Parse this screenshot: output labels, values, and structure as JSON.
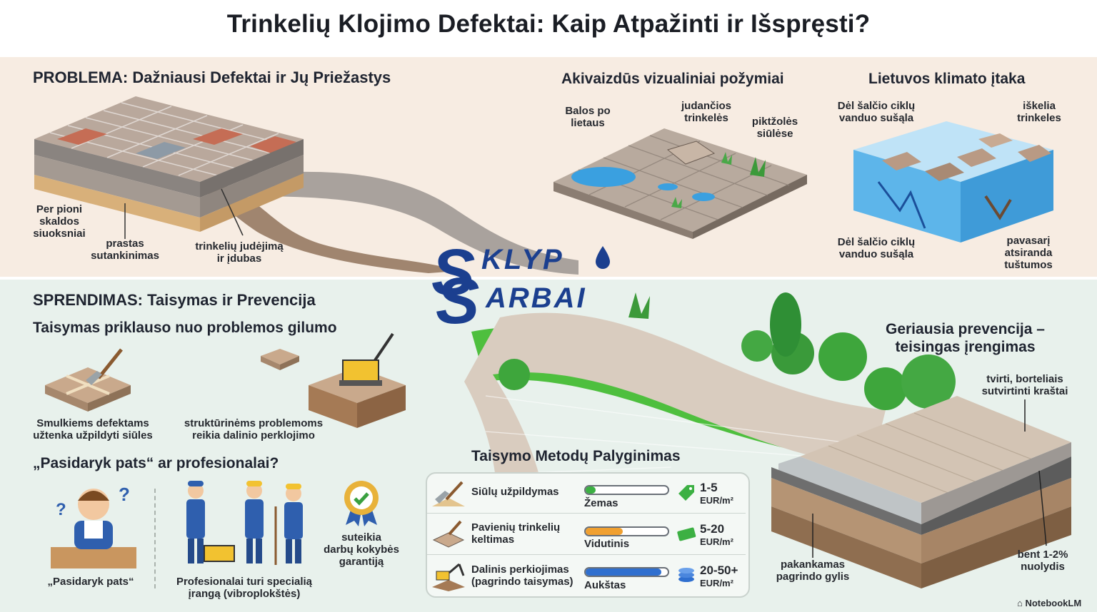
{
  "title": "Trinkelių Klojimo Defektai: Kaip Atpažinti ir Išspręsti?",
  "problem": {
    "heading": "PROBLEMA: Dažniausi Defektai ir Jų Priežastys",
    "labels": {
      "layers": "Per pioni\nskaldos\nsiuoksniai",
      "compaction": "prastas\nsutankinimas",
      "movement": "trinkelių judėjimą\nir įdubas"
    }
  },
  "visual": {
    "heading": "Akivaizdūs vizualiniai požymiai",
    "labels": {
      "puddles": "Balos po\nlietaus",
      "moving": "judančios\ntrinkelės",
      "weeds": "piktžolės\nsiūlėse"
    }
  },
  "climate": {
    "heading": "Lietuvos klimato įtaka",
    "labels": {
      "freeze_top": "Dėl šalčio ciklų\nvanduo sušąla",
      "lifts": "iškelia\ntrinkeles",
      "freeze_bottom": "Dėl šalčio ciklų\nvanduo sušąla",
      "voids": "pavasarį\natsiranda\ntuštumos"
    }
  },
  "logo": {
    "letter1": "S",
    "text1": "KLYP",
    "letter2": "S",
    "text2": "ARBAI"
  },
  "solution": {
    "heading": "SPRENDIMAS: Taisymas ir Prevencija",
    "subheading": "Taisymas priklauso nuo problemos gilumo",
    "small_defects": "Smulkiems defektams\nužtenka užpildyti siūles",
    "structural": "struktūrinėms problemoms\nreikia dalinio perklojimo",
    "diy_heading": "„Pasidaryk pats“ ar profesionalai?",
    "diy_label": "„Pasidaryk pats“",
    "pro_label": "Profesionalai turi specialią\nįrangą (vibroplokštės)",
    "guarantee": "suteikia\ndarbų kokybės\ngarantiją"
  },
  "prevention": {
    "heading": "Geriausia prevencija –\nteisingas įrengimas",
    "edges": "tvirti, borteliais\nsutvirtinti kraštai",
    "depth": "pakankamas\npagrindo gylis",
    "slope": "bent 1-2%\nnuolydis"
  },
  "comparison": {
    "heading": "Taisymo Metodų Palyginimas",
    "rows": [
      {
        "method": "Siūlų užpildymas",
        "level": "Žemas",
        "price": "1-5",
        "unit": "EUR/m²",
        "fill": 0.12,
        "color": "#3cb043"
      },
      {
        "method": "Pavienių trinkelių\nkeltimas",
        "level": "Vidutinis",
        "price": "5-20",
        "unit": "EUR/m²",
        "fill": 0.45,
        "color": "#f0a030"
      },
      {
        "method": "Dalinis perkiojimas\n(pagrindo taisymas)",
        "level": "Aukštas",
        "price": "20-50+",
        "unit": "EUR/m²",
        "fill": 0.92,
        "color": "#2f6fcf"
      }
    ]
  },
  "footer": {
    "brand": "NotebookLM"
  }
}
